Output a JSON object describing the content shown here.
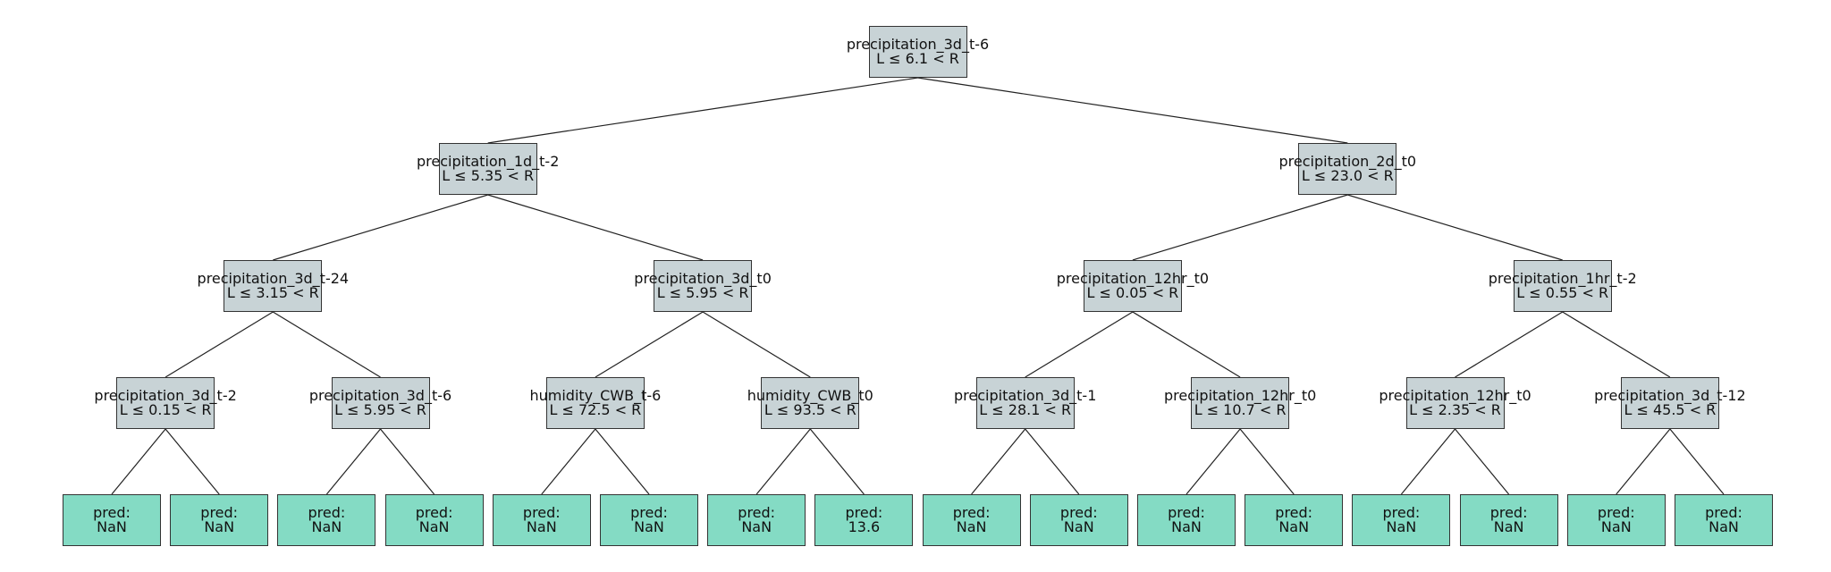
{
  "colors": {
    "split_fill": "#c8d3d6",
    "leaf_fill": "#84dbc4",
    "edge": "#222222"
  },
  "tree": {
    "split": {
      "feature": "precipitation_3d_t-6",
      "rule": "L ≤ 6.1 < R"
    },
    "left": {
      "split": {
        "feature": "precipitation_1d_t-2",
        "rule": "L ≤ 5.35 < R"
      },
      "left": {
        "split": {
          "feature": "precipitation_3d_t-24",
          "rule": "L ≤ 3.15 < R"
        },
        "left": {
          "split": {
            "feature": "precipitation_3d_t-2",
            "rule": "L ≤ 0.15 < R"
          },
          "left": {
            "pred_label": "pred:",
            "pred": "NaN"
          },
          "right": {
            "pred_label": "pred:",
            "pred": "NaN"
          }
        },
        "right": {
          "split": {
            "feature": "precipitation_3d_t-6",
            "rule": "L ≤ 5.95 < R"
          },
          "left": {
            "pred_label": "pred:",
            "pred": "NaN"
          },
          "right": {
            "pred_label": "pred:",
            "pred": "NaN"
          }
        }
      },
      "right": {
        "split": {
          "feature": "precipitation_3d_t0",
          "rule": "L ≤ 5.95 < R"
        },
        "left": {
          "split": {
            "feature": "humidity_CWB_t-6",
            "rule": "L ≤ 72.5 < R"
          },
          "left": {
            "pred_label": "pred:",
            "pred": "NaN"
          },
          "right": {
            "pred_label": "pred:",
            "pred": "NaN"
          }
        },
        "right": {
          "split": {
            "feature": "humidity_CWB_t0",
            "rule": "L ≤ 93.5 < R"
          },
          "left": {
            "pred_label": "pred:",
            "pred": "NaN"
          },
          "right": {
            "pred_label": "pred:",
            "pred": "13.6"
          }
        }
      }
    },
    "right": {
      "split": {
        "feature": "precipitation_2d_t0",
        "rule": "L ≤ 23.0 < R"
      },
      "left": {
        "split": {
          "feature": "precipitation_12hr_t0",
          "rule": "L ≤ 0.05 < R"
        },
        "left": {
          "split": {
            "feature": "precipitation_3d_t-1",
            "rule": "L ≤ 28.1 < R"
          },
          "left": {
            "pred_label": "pred:",
            "pred": "NaN"
          },
          "right": {
            "pred_label": "pred:",
            "pred": "NaN"
          }
        },
        "right": {
          "split": {
            "feature": "precipitation_12hr_t0",
            "rule": "L ≤ 10.7 < R"
          },
          "left": {
            "pred_label": "pred:",
            "pred": "NaN"
          },
          "right": {
            "pred_label": "pred:",
            "pred": "NaN"
          }
        }
      },
      "right": {
        "split": {
          "feature": "precipitation_1hr_t-2",
          "rule": "L ≤ 0.55 < R"
        },
        "left": {
          "split": {
            "feature": "precipitation_12hr_t0",
            "rule": "L ≤ 2.35 < R"
          },
          "left": {
            "pred_label": "pred:",
            "pred": "NaN"
          },
          "right": {
            "pred_label": "pred:",
            "pred": "NaN"
          }
        },
        "right": {
          "split": {
            "feature": "precipitation_3d_t-12",
            "rule": "L ≤ 45.5 < R"
          },
          "left": {
            "pred_label": "pred:",
            "pred": "NaN"
          },
          "right": {
            "pred_label": "pred:",
            "pred": "NaN"
          }
        }
      }
    }
  }
}
